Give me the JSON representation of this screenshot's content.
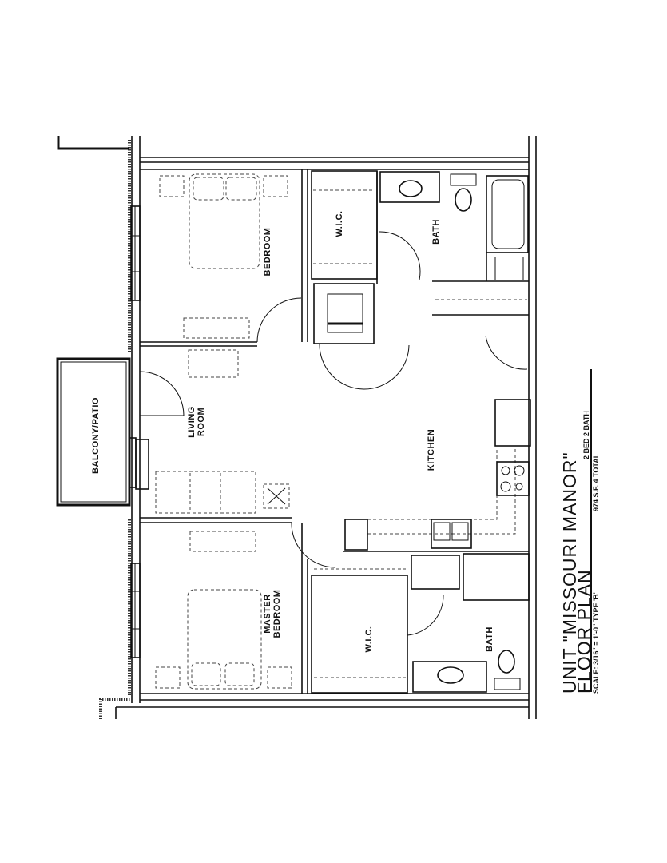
{
  "document": {
    "type": "architectural floor plan",
    "orientation": "rotated 90 degrees counter-clockwise"
  },
  "title_block": {
    "line1": "UNIT \"MISSOURI MANOR\"",
    "line2": "FLOOR PLAN",
    "unit_summary": "2 BED 2 BATH",
    "totals": "974 S.F.   4 TOTAL",
    "scale_line": "SCALE: 3/16\" = 1'-0\"  TYPE 'B'"
  },
  "rooms": {
    "bedroom": "BEDROOM",
    "wic_top": "W.I.C.",
    "bath_top": "BATH",
    "living_room_line1": "LIVING",
    "living_room_line2": "ROOM",
    "balcony": "BALCONY/PATIO",
    "kitchen": "KITCHEN",
    "master_bedroom_line1": "MASTER",
    "master_bedroom_line2": "BEDROOM",
    "wic_bottom": "W.I.C.",
    "bath_bottom": "BATH"
  },
  "colors": {
    "line": "#111111",
    "background": "#ffffff",
    "furniture_dashed": "#444444"
  }
}
